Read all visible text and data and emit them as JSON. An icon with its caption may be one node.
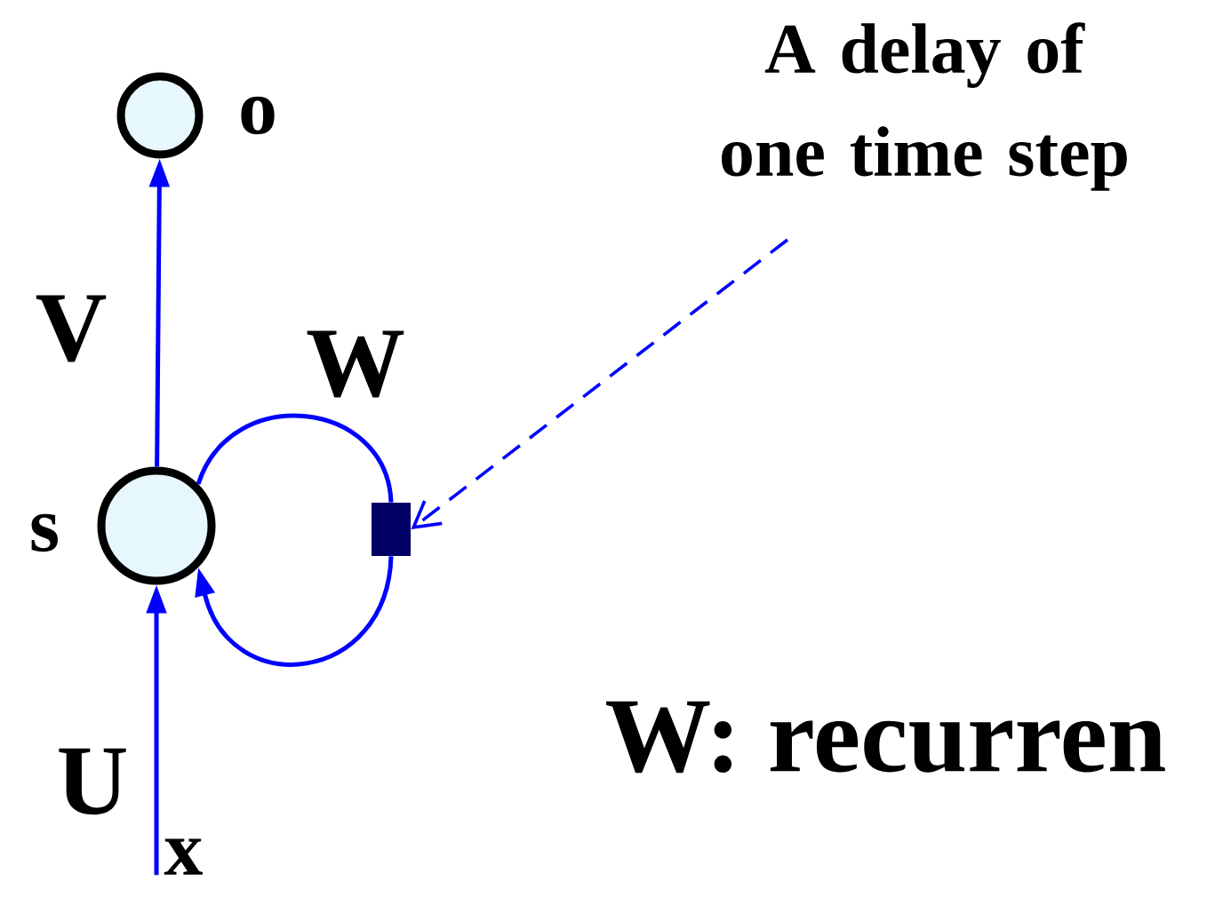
{
  "diagram": {
    "nodes": [
      {
        "text": [],
        "shape": "circle",
        "beside": [
          "o"
        ]
      },
      {
        "text": [],
        "shape": "circle",
        "beside": [
          "s"
        ]
      },
      {
        "text": [],
        "shape": "box"
      },
      {
        "text": [
          "A delay of one time step"
        ]
      },
      {
        "text": [
          "x"
        ]
      }
    ],
    "edges": [
      {
        "from": 1,
        "to": 0,
        "arrow": "to",
        "label": "V"
      },
      {
        "from": 1,
        "to": 2,
        "arrow": "none",
        "label": "W"
      },
      {
        "from": 2,
        "to": 1,
        "arrow": "to"
      },
      {
        "from": 3,
        "to": 2,
        "arrow": "to",
        "style": "dashed"
      },
      {
        "from": 4,
        "to": 1,
        "arrow": "to",
        "label": "U"
      }
    ],
    "labels": [
      "W: recurren"
    ]
  }
}
